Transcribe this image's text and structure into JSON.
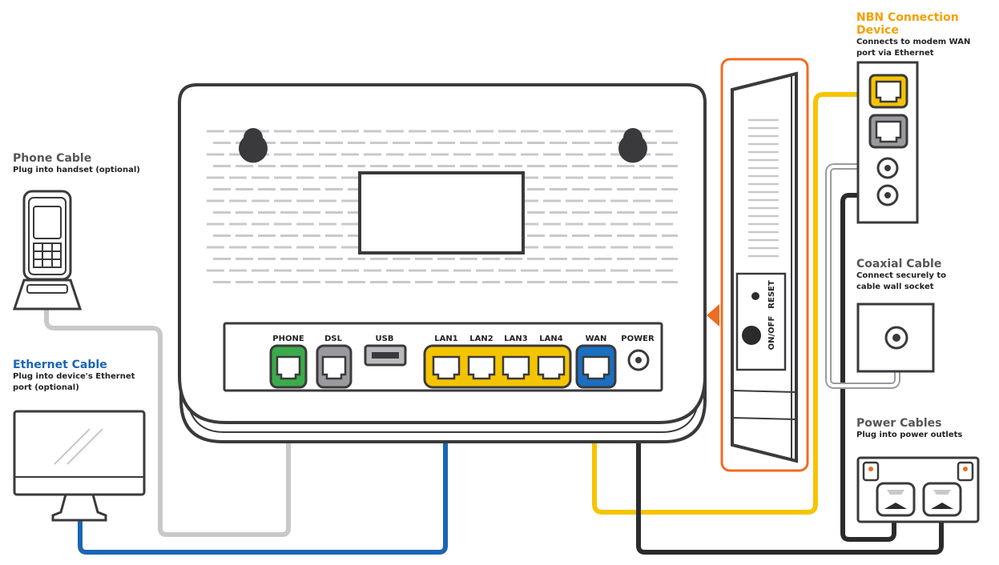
{
  "colors": {
    "outline": "#3a3a3c",
    "phone_port": "#3cab4a",
    "dsl_port": "#9a9a9e",
    "lan_ports": "#f5c400",
    "wan_port": "#1a6fc0",
    "ethernet_cable": "#1a66b3",
    "phone_cable": "#c8c8c8",
    "wan_cable": "#f5c400",
    "power_cable": "#2b2b2e",
    "side_view_border": "#ef6c21",
    "nbn_title": "#f5a000"
  },
  "labels": {
    "phone_cable": {
      "title": "Phone Cable",
      "sub": "Plug into handset (optional)"
    },
    "ethernet_cable": {
      "title": "Ethernet Cable",
      "sub_line1": "Plug into device's Ethernet",
      "sub_line2": "port (optional)"
    },
    "nbn_device": {
      "title": "NBN Connection Device",
      "sub_line1": "Connects to modem WAN",
      "sub_line2": "port via Ethernet"
    },
    "coaxial_cable": {
      "title": "Coaxial Cable",
      "sub_line1": "Connect securely to",
      "sub_line2": "cable wall socket"
    },
    "power_cables": {
      "title": "Power Cables",
      "sub": "Plug into power outlets"
    }
  },
  "ports": {
    "phone": "PHONE",
    "dsl": "DSL",
    "usb": "USB",
    "lan1": "LAN1",
    "lan2": "LAN2",
    "lan3": "LAN3",
    "lan4": "LAN4",
    "wan": "WAN",
    "power": "POWER"
  },
  "side_panel": {
    "reset": "RESET",
    "on_off": "ON/OFF"
  },
  "icons": [
    "handset-icon",
    "monitor-icon",
    "modem-rear-icon",
    "modem-side-icon",
    "nbn-device-icon",
    "coax-wall-socket-icon",
    "power-outlet-icon"
  ]
}
